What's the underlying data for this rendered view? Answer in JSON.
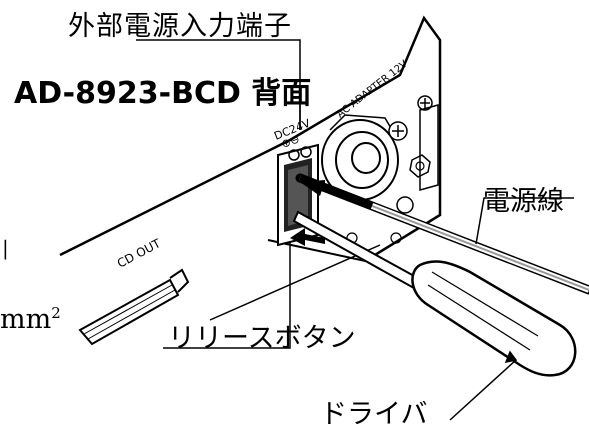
{
  "title": "AD-8923-BCD 背面",
  "labels": {
    "external_terminal": "外部電源入力端子",
    "power_wire": "電源線",
    "release_button": "リリースボタン",
    "driver": "ドライバ",
    "left_symbol": "|",
    "unit_fragment": "mm",
    "unit_exponent": "2"
  },
  "panel_text": {
    "dc24v": "DC24V",
    "polarity": "⊕⊖",
    "ac_adapter": "AC ADAPTER 12V",
    "bcd_out": "CD OUT"
  }
}
